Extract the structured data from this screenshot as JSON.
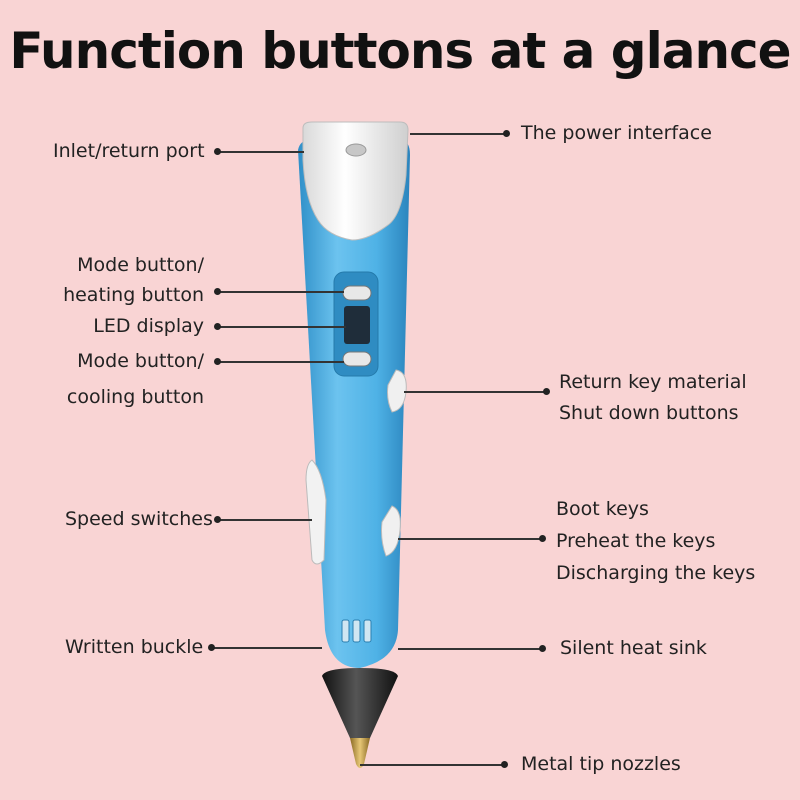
{
  "title": "Function buttons at a glance",
  "labels": {
    "power_interface": "The power interface",
    "inlet_return_port": "Inlet/return port",
    "mode_heating_line1": "Mode button/",
    "mode_heating_line2": "heating button",
    "led_display": "LED display",
    "mode_cooling_line1": "Mode button/",
    "mode_cooling_line2": "cooling button",
    "return_key_line1": "Return key material",
    "return_key_line2": "Shut down buttons",
    "boot_keys": "Boot keys",
    "preheat_keys": "Preheat the keys",
    "discharging_keys": "Discharging the keys",
    "speed_switches": "Speed switches",
    "written_buckle": "Written buckle",
    "silent_heat_sink": "Silent heat sink",
    "metal_tip_nozzles": "Metal tip nozzles"
  },
  "colors": {
    "background": "#f9d4d4",
    "pen_body": "#4fb2e6",
    "pen_cap": "#f2f2f2",
    "pen_tip": "#2a2a2a",
    "nozzle": "#c9a24a"
  }
}
